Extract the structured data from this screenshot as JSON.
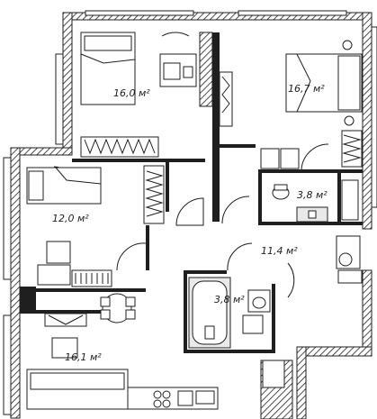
{
  "rooms": [
    {
      "id": "bedroom-1",
      "area_label": "16,0 м²"
    },
    {
      "id": "bedroom-2",
      "area_label": "16,7 м²"
    },
    {
      "id": "bathroom-1",
      "area_label": "3,8 м²"
    },
    {
      "id": "bedroom-3",
      "area_label": "12,0 м²"
    },
    {
      "id": "hallway",
      "area_label": "11,4 м²"
    },
    {
      "id": "bathroom-2",
      "area_label": "3,8 м²"
    },
    {
      "id": "kitchen-living",
      "area_label": "16,1 м²"
    }
  ],
  "colors": {
    "wall": "#1f1f1f",
    "background": "#ffffff",
    "fixture_fill": "#e9e9e9"
  }
}
